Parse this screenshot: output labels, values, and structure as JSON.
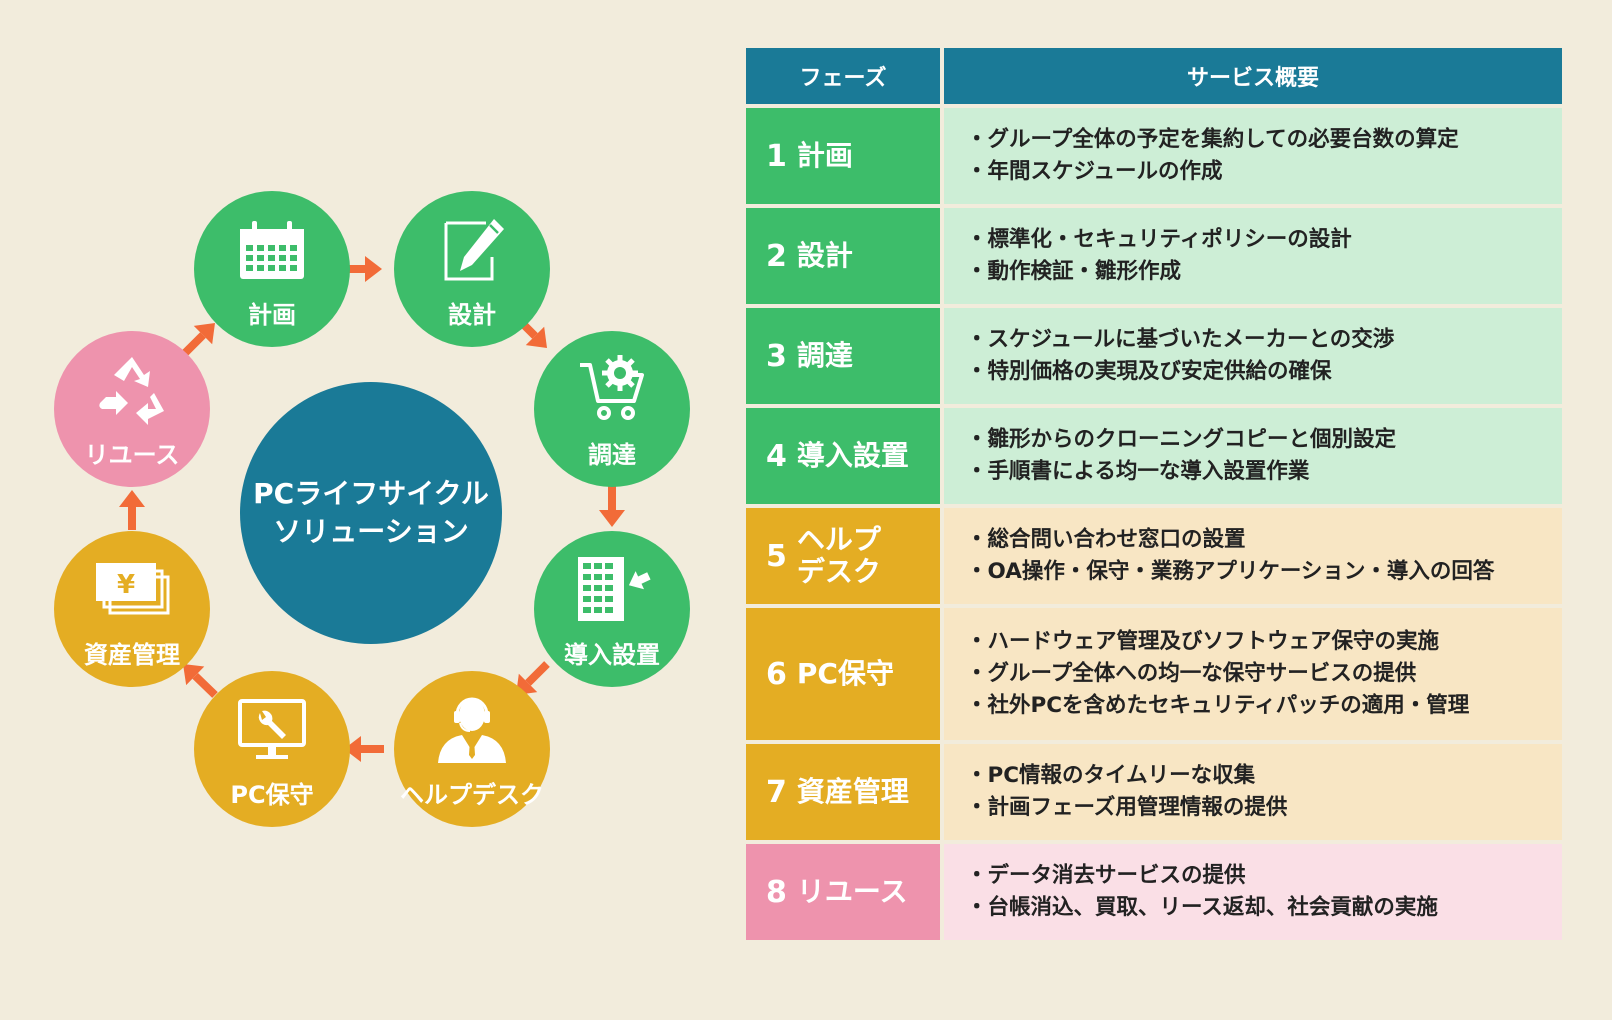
{
  "center": {
    "line1": "PCライフサイクル",
    "line2": "ソリューション"
  },
  "nodes": [
    {
      "label": "計画",
      "icon": "calendar-icon",
      "color": "green"
    },
    {
      "label": "設計",
      "icon": "pencil-icon",
      "color": "green"
    },
    {
      "label": "調達",
      "icon": "cart-gear-icon",
      "color": "green"
    },
    {
      "label": "導入設置",
      "icon": "building-arrow-icon",
      "color": "green"
    },
    {
      "label": "ヘルプデスク",
      "icon": "operator-headset-icon",
      "color": "yellow"
    },
    {
      "label": "PC保守",
      "icon": "monitor-wrench-icon",
      "color": "yellow"
    },
    {
      "label": "資産管理",
      "icon": "yen-bills-icon",
      "color": "yellow"
    },
    {
      "label": "リユース",
      "icon": "recycle-icon",
      "color": "pink"
    }
  ],
  "colors": {
    "green": "#3dbd6a",
    "green_light": "#cdeed6",
    "yellow": "#e4ad23",
    "yellow_light": "#f8e6c4",
    "pink": "#ee93ad",
    "pink_light": "#fadfe6",
    "teal": "#1a7a97",
    "arrow": "#f26b38",
    "background": "#f2ecdc"
  },
  "table": {
    "headers": [
      "フェーズ",
      "サービス概要"
    ],
    "rows": [
      {
        "num": "1",
        "name_lines": [
          "計画"
        ],
        "color": "green",
        "bullets": [
          "・グループ全体の予定を集約しての必要台数の算定",
          "・年間スケジュールの作成"
        ]
      },
      {
        "num": "2",
        "name_lines": [
          "設計"
        ],
        "color": "green",
        "bullets": [
          "・標準化・セキュリティポリシーの設計",
          "・動作検証・雛形作成"
        ]
      },
      {
        "num": "3",
        "name_lines": [
          "調達"
        ],
        "color": "green",
        "bullets": [
          "・スケジュールに基づいたメーカーとの交渉",
          "・特別価格の実現及び安定供給の確保"
        ]
      },
      {
        "num": "4",
        "name_lines": [
          "導入設置"
        ],
        "color": "green",
        "bullets": [
          "・雛形からのクローニングコピーと個別設定",
          "・手順書による均一な導入設置作業"
        ]
      },
      {
        "num": "5",
        "name_lines": [
          "ヘルプ",
          "デスク"
        ],
        "color": "yellow",
        "bullets": [
          "・総合問い合わせ窓口の設置",
          "・OA操作・保守・業務アプリケーション・導入の回答"
        ]
      },
      {
        "num": "6",
        "name_lines": [
          "PC保守"
        ],
        "color": "yellow",
        "bullets": [
          "・ハードウェア管理及びソフトウェア保守の実施",
          "・グループ全体への均一な保守サービスの提供",
          "・社外PCを含めたセキュリティパッチの適用・管理"
        ]
      },
      {
        "num": "7",
        "name_lines": [
          "資産管理"
        ],
        "color": "yellow",
        "bullets": [
          "・PC情報のタイムリーな収集",
          "・計画フェーズ用管理情報の提供"
        ]
      },
      {
        "num": "8",
        "name_lines": [
          "リユース"
        ],
        "color": "pink",
        "bullets": [
          "・データ消去サービスの提供",
          "・台帳消込、買取、リース返却、社会貢献の実施"
        ]
      }
    ]
  }
}
